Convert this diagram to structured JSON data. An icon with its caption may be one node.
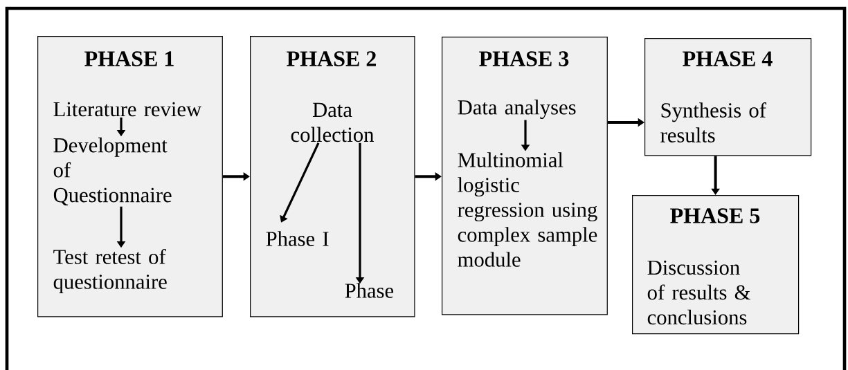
{
  "diagram": {
    "nodes": [
      {
        "text": [
          "PHASE 1"
        ]
      },
      {
        "text": [
          "Literature review"
        ],
        "in": 0
      },
      {
        "text": [
          "Development of Questionnaire"
        ],
        "in": 0
      },
      {
        "text": [
          "Test retest of questionnaire"
        ],
        "in": 0
      },
      {
        "text": [
          "PHASE 2"
        ]
      },
      {
        "text": [
          "Data collection"
        ],
        "in": 4
      },
      {
        "text": [
          "Phase I"
        ],
        "in": 4
      },
      {
        "text": [
          "Phase"
        ],
        "in": 4
      },
      {
        "text": [
          "PHASE 3"
        ]
      },
      {
        "text": [
          "Data analyses"
        ],
        "in": 8
      },
      {
        "text": [
          "Multinomial logistic regression using complex sample module"
        ],
        "in": 8
      },
      {
        "text": [
          "PHASE 4"
        ]
      },
      {
        "text": [
          "Synthesis of results"
        ],
        "in": 11
      },
      {
        "text": [
          "PHASE 5"
        ]
      },
      {
        "text": [
          "Discussion of results & conclusions"
        ],
        "in": 13
      }
    ],
    "edges": [
      {
        "from": 1,
        "to": 2,
        "arrow": "to"
      },
      {
        "from": 2,
        "to": 3,
        "arrow": "to"
      },
      {
        "from": 0,
        "to": 4,
        "arrow": "to"
      },
      {
        "from": 5,
        "to": 6,
        "arrow": "to"
      },
      {
        "from": 5,
        "to": 7,
        "arrow": "to"
      },
      {
        "from": 4,
        "to": 8,
        "arrow": "to"
      },
      {
        "from": 9,
        "to": 10,
        "arrow": "to"
      },
      {
        "from": 8,
        "to": 11,
        "arrow": "to"
      },
      {
        "from": 11,
        "to": 13,
        "arrow": "to"
      }
    ]
  }
}
